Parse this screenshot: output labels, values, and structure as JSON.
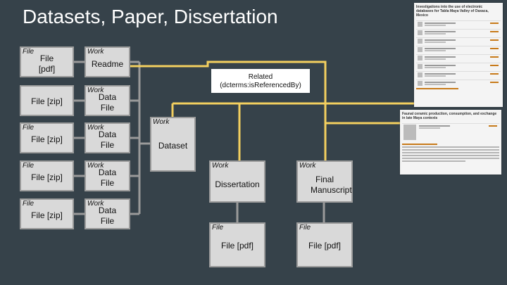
{
  "title": "Datasets, Paper, Dissertation",
  "nodes": {
    "file_pdf": {
      "tag": "File",
      "label": "File [pdf]"
    },
    "readme": {
      "tag": "Work",
      "label": "Readme"
    },
    "file_zip_1": {
      "label": "File [zip]"
    },
    "data_1": {
      "tag": "Work",
      "label": "Data File"
    },
    "file_zip_2": {
      "tag": "File",
      "label": "File [zip]"
    },
    "data_2": {
      "tag": "Work",
      "label": "Data File"
    },
    "file_zip_3": {
      "tag": "File",
      "label": "File [zip]"
    },
    "data_3": {
      "tag": "Work",
      "label": "Data File"
    },
    "file_zip_4": {
      "tag": "File",
      "label": "File [zip]"
    },
    "data_4": {
      "tag": "Work",
      "label": "Data File"
    },
    "dataset": {
      "tag": "Work",
      "label": "Dataset"
    },
    "dissertation": {
      "tag": "Work",
      "label": "Dissertation"
    },
    "manuscript": {
      "tag": "Work",
      "label": "Final Manuscript"
    },
    "diss_file": {
      "tag": "File",
      "label": "File [pdf]"
    },
    "ms_file": {
      "tag": "File",
      "label": "File [pdf]"
    }
  },
  "related_label": "Related (dcterms:isReferencedBy)",
  "papers": {
    "paper_1_title": "Investigations into the use of electronic databases for Tabla Maya Valley of Oaxaca, Mexico",
    "paper_2_title": "Faunal ceramic production, consumption, and exchange in late Maya contexts"
  },
  "colors": {
    "background": "#36424a",
    "box": "#d9d9d9",
    "box_border": "#9a9a9a",
    "connector": "#9a9a9a",
    "related_connector": "#f3cf5f"
  }
}
